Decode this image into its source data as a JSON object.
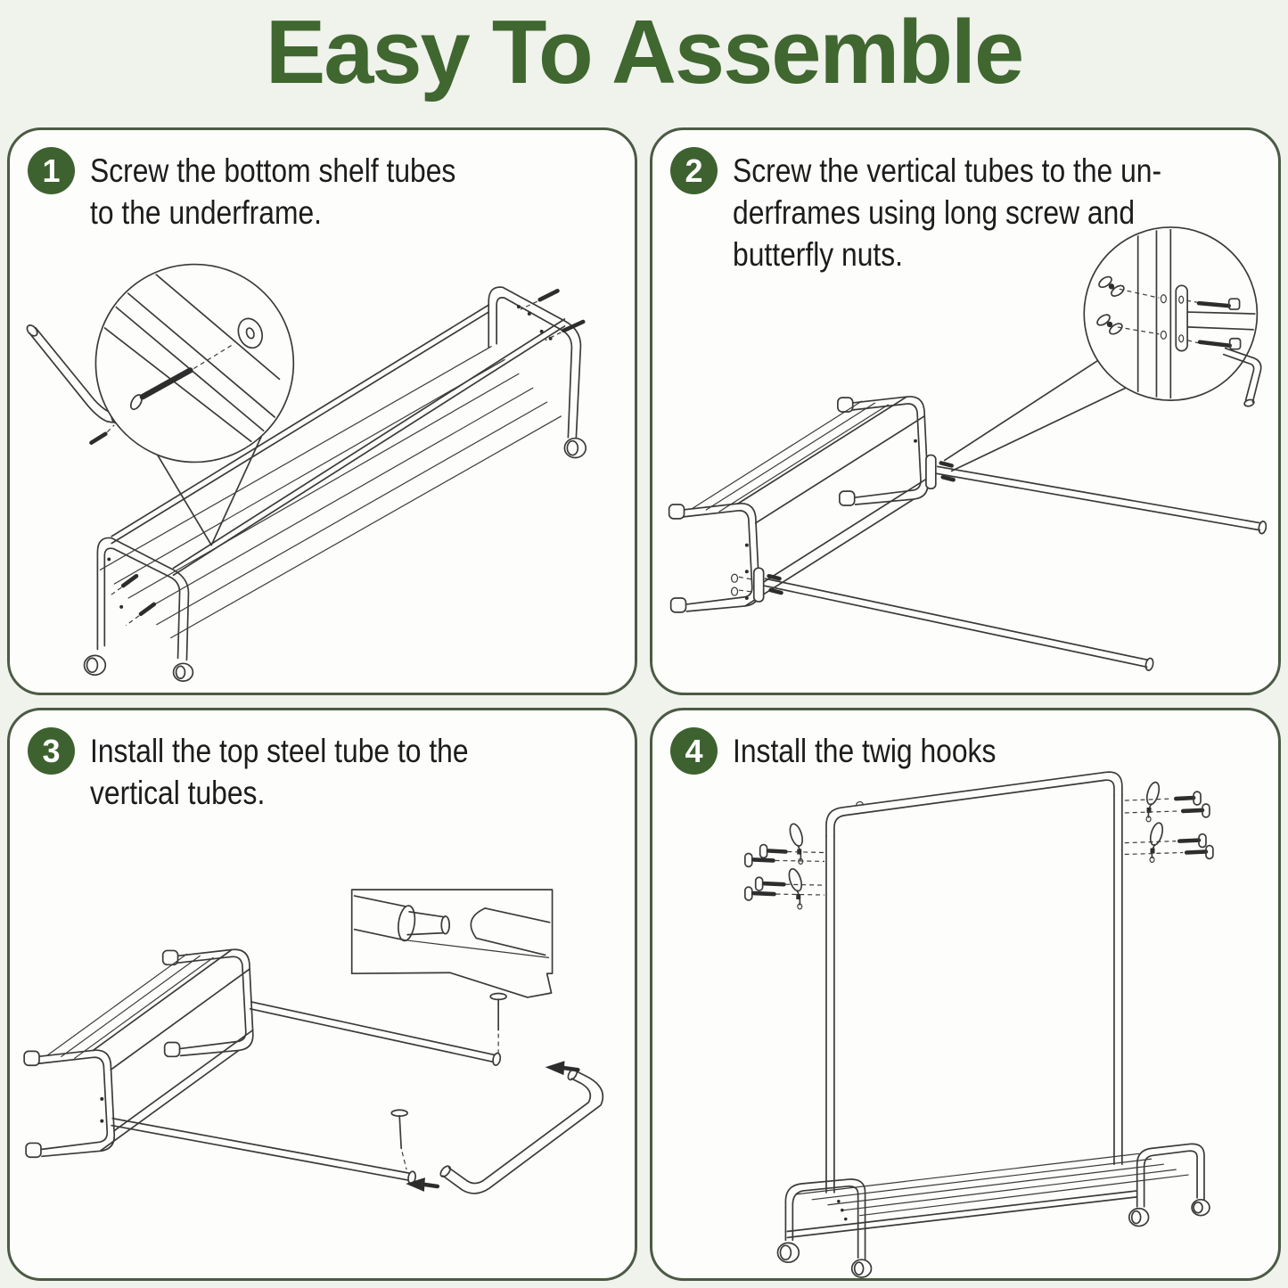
{
  "title": "Easy To Assemble",
  "colors": {
    "title_green": "#3f672f",
    "badge_green": "#3e6130",
    "panel_border": "#4b5a44",
    "page_background": "#f0f2ec",
    "panel_background": "#fdfdfb",
    "line_art": "#3a3a3a",
    "text": "#1c1c1c"
  },
  "steps": [
    {
      "number": "1",
      "lines": [
        "Screw the bottom shelf tubes",
        "to the underframe."
      ],
      "diagram": "bottom-shelf-tubes-underframe-assembly"
    },
    {
      "number": "2",
      "lines": [
        "Screw the vertical tubes to the un-",
        "derframes using long screw and",
        "butterfly nuts."
      ],
      "diagram": "vertical-tubes-long-screw-butterfly-nuts-assembly"
    },
    {
      "number": "3",
      "lines": [
        "Install the top steel tube to the",
        "vertical tubes."
      ],
      "diagram": "top-steel-tube-to-vertical-tubes-assembly"
    },
    {
      "number": "4",
      "lines": [
        "Install the twig hooks"
      ],
      "diagram": "twig-hooks-installation-on-garment-rack"
    }
  ]
}
